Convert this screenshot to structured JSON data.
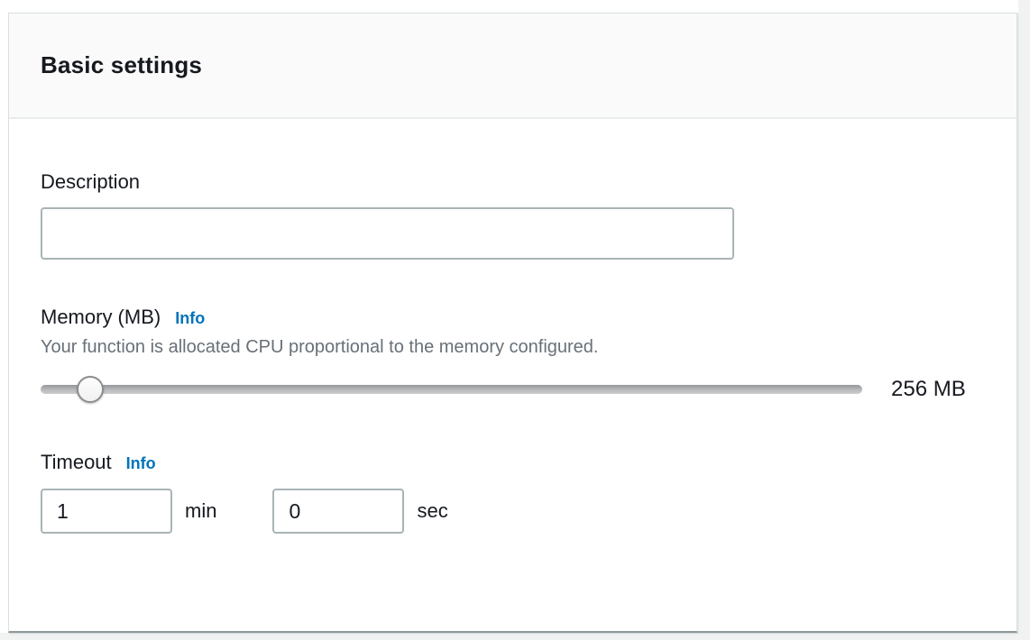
{
  "panel": {
    "title": "Basic settings"
  },
  "description": {
    "label": "Description",
    "value": ""
  },
  "memory": {
    "label": "Memory (MB)",
    "info_label": "Info",
    "helper": "Your function is allocated CPU proportional to the memory configured.",
    "value_display": "256 MB",
    "thumb_style": "left:40px"
  },
  "timeout": {
    "label": "Timeout",
    "info_label": "Info",
    "minutes": {
      "value": "1",
      "unit": "min"
    },
    "seconds": {
      "value": "0",
      "unit": "sec"
    }
  },
  "colors": {
    "info_link": "#0073bb",
    "header_bg": "#fafafa",
    "helper_text": "#687078",
    "input_border": "#a9b4b6",
    "page_margin": "#f1f3f3",
    "heading_text": "#16191f"
  }
}
